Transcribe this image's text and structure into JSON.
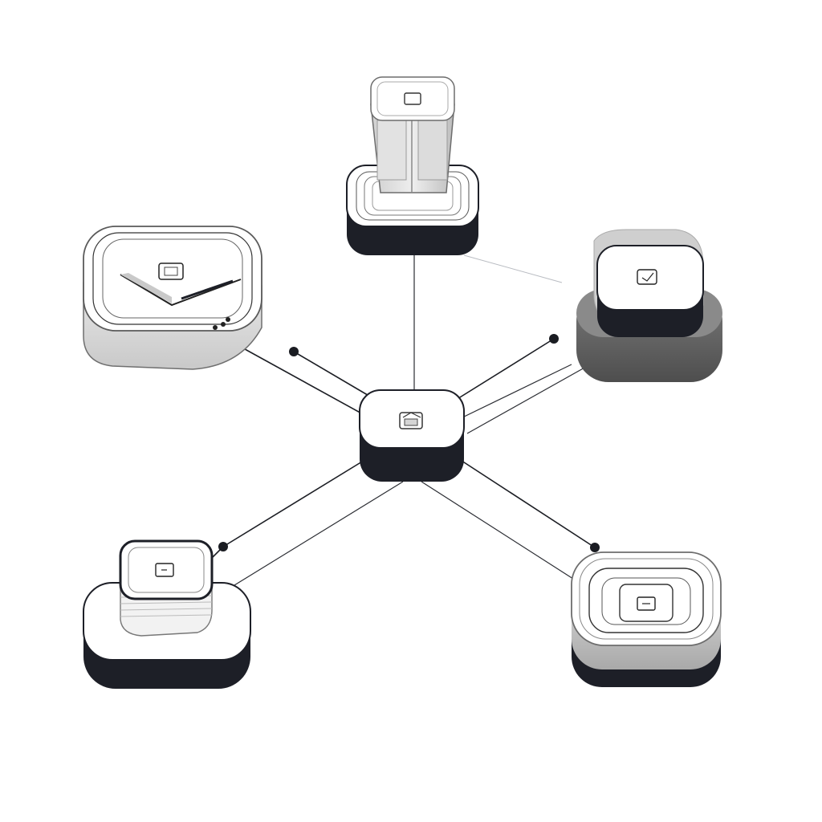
{
  "diagram": {
    "topology": "star",
    "hub": {
      "icon": "network-hub-icon"
    },
    "nodes": [
      {
        "id": "top",
        "icon": "tower-server-icon"
      },
      {
        "id": "left",
        "icon": "router-box-icon"
      },
      {
        "id": "right",
        "icon": "stacked-module-icon"
      },
      {
        "id": "bottom-left",
        "icon": "storage-stack-icon"
      },
      {
        "id": "bottom-right",
        "icon": "square-panel-icon"
      }
    ],
    "colors": {
      "dark": "#1d1f27",
      "mid": "#5f6063",
      "light": "#eeeeee",
      "line": "#1c1e24"
    }
  }
}
